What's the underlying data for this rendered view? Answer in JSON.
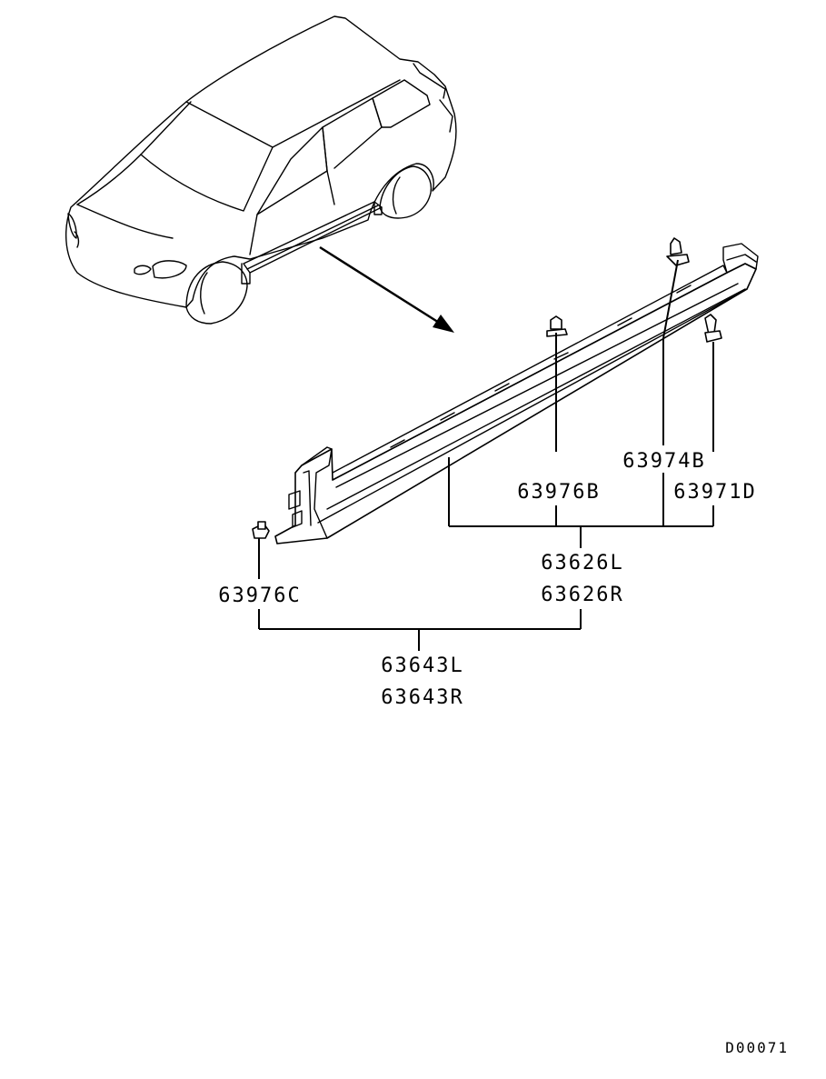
{
  "diagram": {
    "parts": {
      "p63976b": "63976B",
      "p63974b": "63974B",
      "p63971d": "63971D",
      "p63626l": "63626L",
      "p63626r": "63626R",
      "p63976c": "63976C",
      "p63643l": "63643L",
      "p63643r": "63643R"
    },
    "drawing_code": "D00071"
  }
}
